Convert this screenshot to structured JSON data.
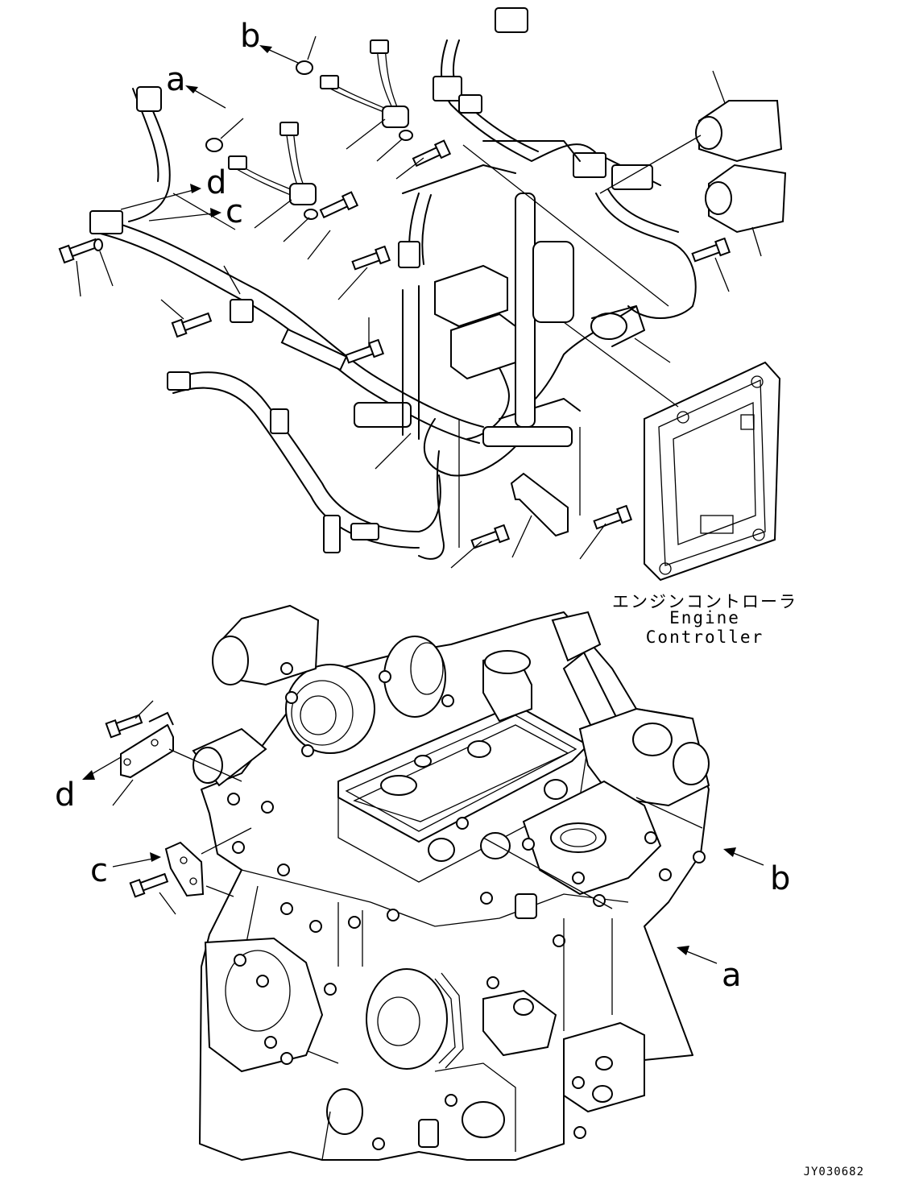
{
  "callouts": {
    "a": "a",
    "b": "b",
    "c": "c",
    "d": "d"
  },
  "controller_label": {
    "japanese": "エンジンコントローラ",
    "english": "Engine Controller"
  },
  "figure_id": "JY030682"
}
